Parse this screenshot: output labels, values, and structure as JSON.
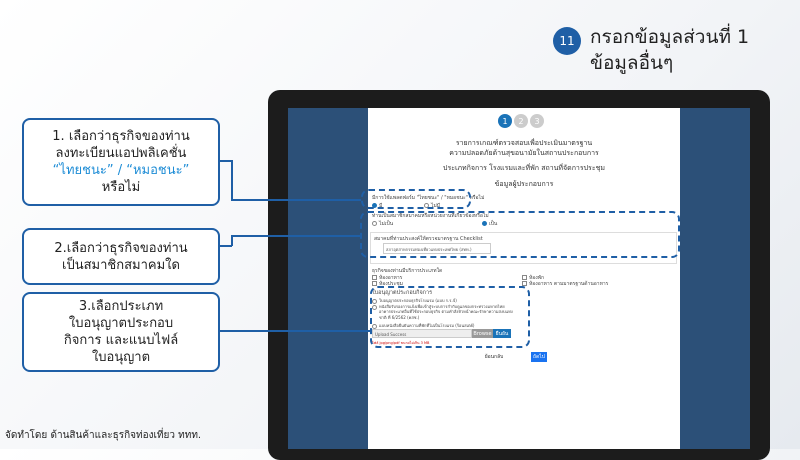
{
  "slide": {
    "step_number": "11",
    "title_line1": "กรอกข้อมูลส่วนที่ 1",
    "title_line2": "ข้อมูลอื่นๆ",
    "footer": "จัดทำโดย ด้านสินค้าและธุรกิจท่องเที่ยว ททท."
  },
  "callouts": [
    {
      "line1": "1. เลือกว่าธุรกิจของท่าน",
      "line2": "ลงทะเบียนแอปพลิเคชั่น",
      "highlight": "“ไทยชนะ” / “หมอชนะ”",
      "line4": "หรือไม่"
    },
    {
      "line1": "2.เลือกว่าธุรกิจของท่าน",
      "line2": "เป็นสมาชิกสมาคมใด"
    },
    {
      "line1": "3.เลือกประเภท",
      "line2": "ใบอนุญาตประกอบ",
      "line3": "กิจการ และแนบไฟล์",
      "line4": "ใบอนุญาต"
    }
  ],
  "form": {
    "steps": [
      "1",
      "2",
      "3"
    ],
    "heading1": "รายการเกณฑ์ตรวจสอบเพื่อประเมินมาตรฐาน",
    "heading2": "ความปลอดภัยด้านสุขอนามัยในสถานประกอบการ",
    "business_type": "ประเภทกิจการ โรงแรมและที่พัก สถานที่จัดการประชุม",
    "section": "ข้อมูลผู้ประกอบการ",
    "q1": "มีการใช้แพลตฟอร์ม \"ไทยชนะ\" / \"หมอชนะ\" หรือไม่",
    "q1_yes": "มี",
    "q1_no": "ไม่มี",
    "q2": "ท่านเป็นสมาชิกสมาคมหรือหน่วยงานที่เกี่ยวข้องหรือไม่",
    "q2_no": "ไม่เป็น",
    "q2_yes": "เป็น",
    "assoc_label": "สมาคมที่ท่านประสงค์ให้ตรวจมาตรฐาน Checklist",
    "assoc_value": "สภาอุตสาหกรรมท่องเที่ยวแห่งประเทศไทย (สทท.)",
    "services_label": "ธุรกิจของท่านมีบริการประเภทใด",
    "services": [
      "ห้องพัก",
      "ห้องอาหาร",
      "ห้องประชุม",
      "ห้องอาหาร ตามมาตรฐานด้านอาหาร"
    ],
    "license_label": "ใบอนุญาตประกอบกิจการ",
    "licenses": [
      "ใบอนุญาตประกอบธุรกิจโรงแรม (แบบ ร.ร.4)",
      "หนังสือรับรองการแจ้งเพื่อเข้าสู่ระบบการกำกับดูแลของกระทรวงมหาดไทย",
      "อาคารประเภทอื่นที่ใช้ประกอบธุรกิจ ตามคำสั่งหัวหน้าคณะรักษาความสงบแห่งชาติ ที่ 6/2562 (คสช.)",
      "แบบหนังสือยืนยันความที่พักที่ไม่เป็นโรงแรม (ร้อนสเตย์)"
    ],
    "upload_value": "Upload Success",
    "browse": "Browse",
    "confirm": "ยืนยัน",
    "file_hint": "ไฟล์ jpg/png/pdf ขนาดไม่เกิน 3 MB",
    "back": "ย้อนกลับ",
    "next": "ถัดไป"
  }
}
